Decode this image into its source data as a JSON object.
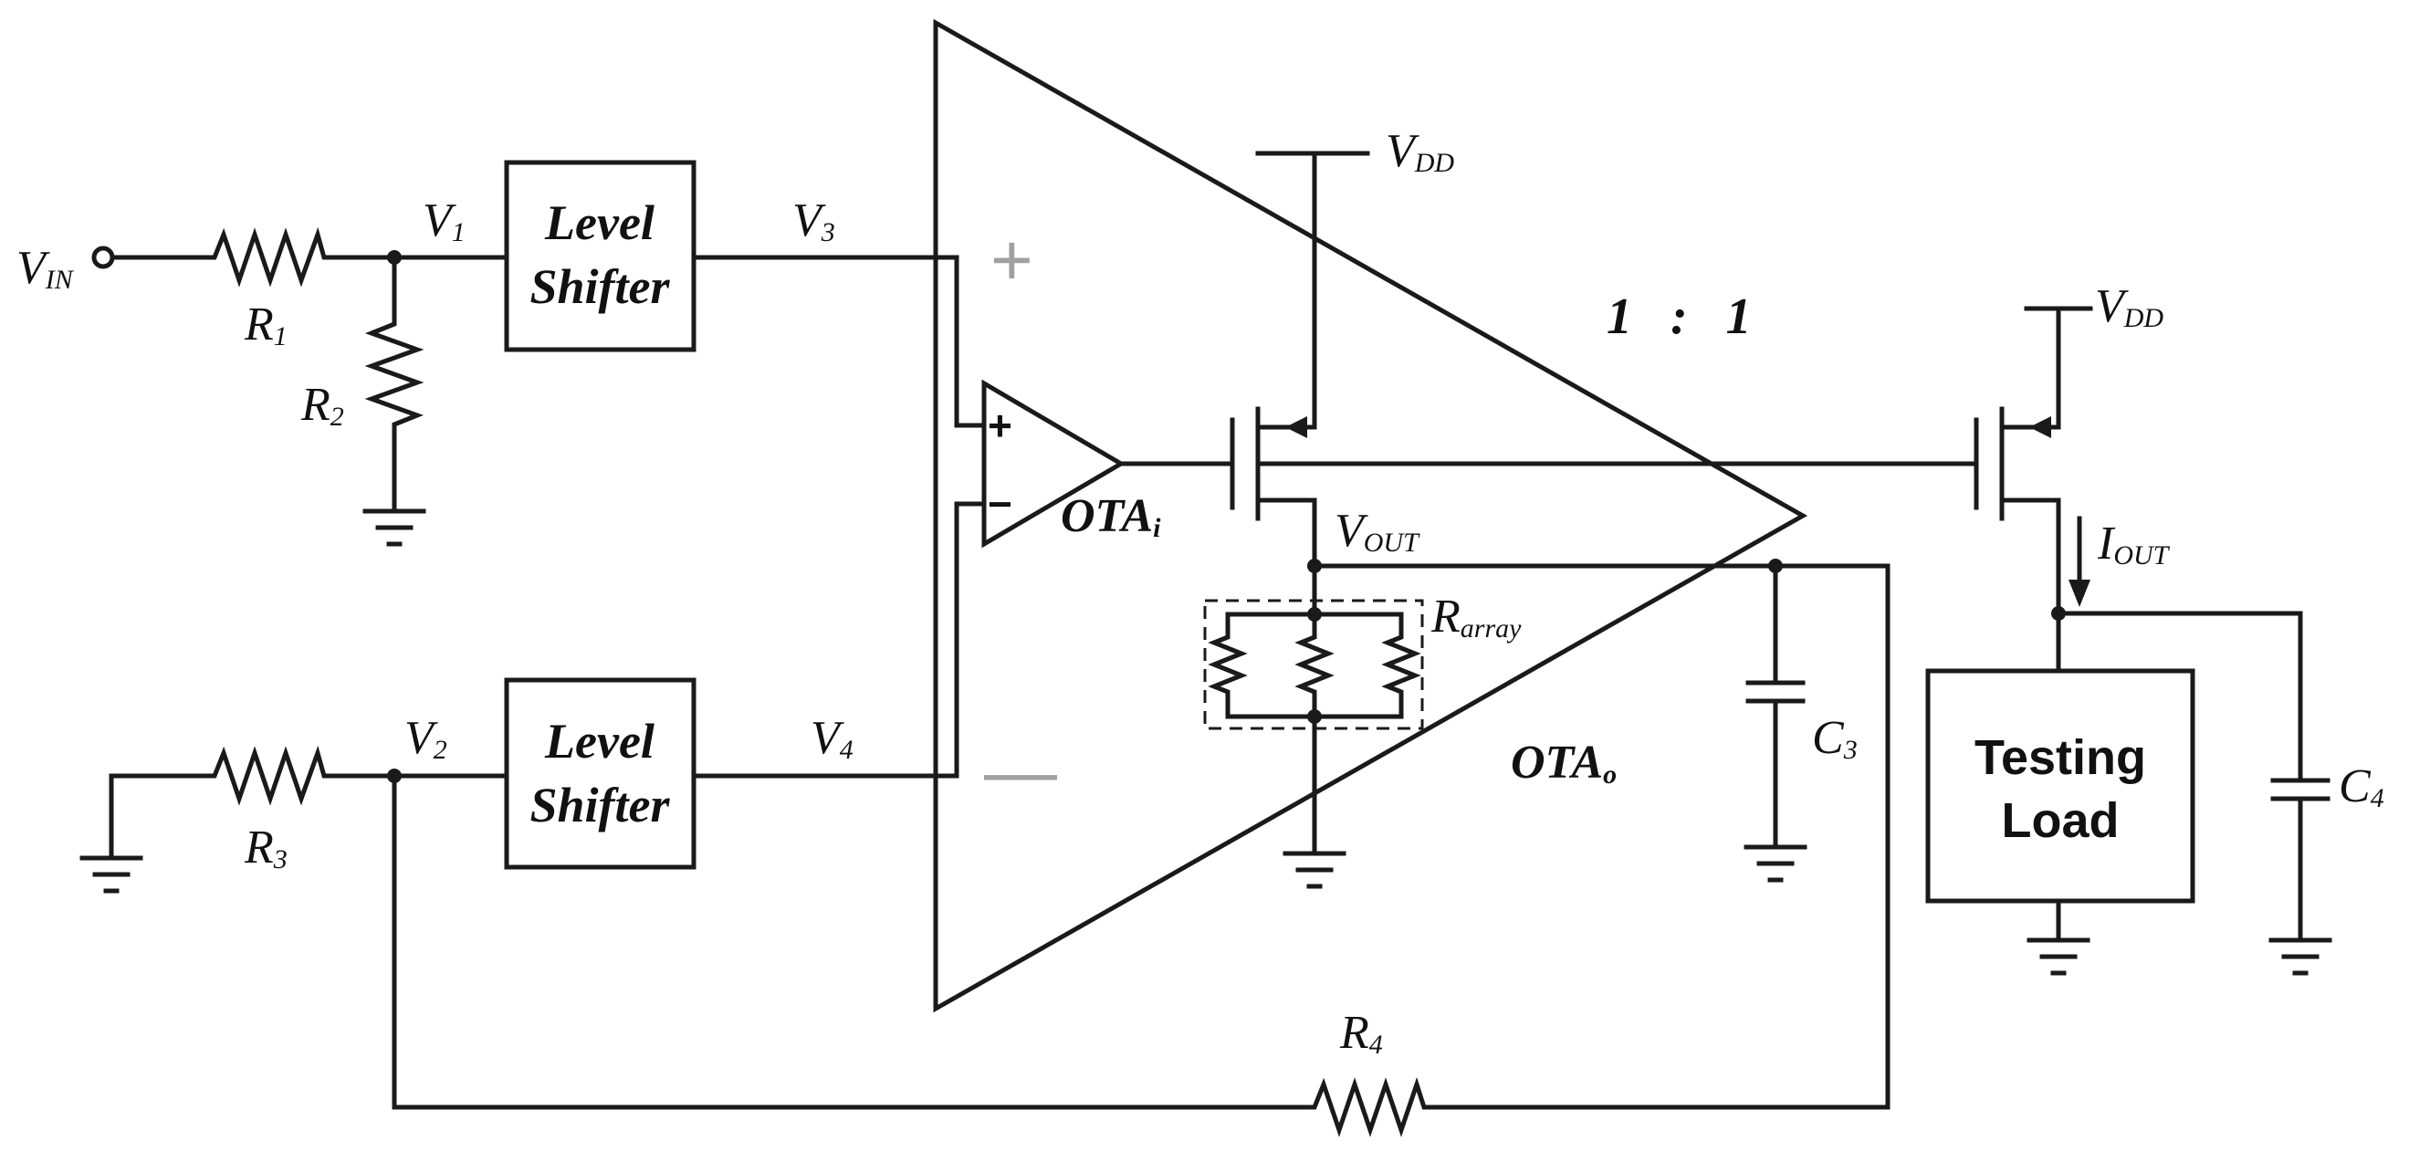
{
  "labels": {
    "vin": "V",
    "vin_sub": "IN",
    "v1": "V",
    "v1_sub": "1",
    "v2": "V",
    "v2_sub": "2",
    "v3": "V",
    "v3_sub": "3",
    "v4": "V",
    "v4_sub": "4",
    "r1": "R",
    "r1_sub": "1",
    "r2": "R",
    "r2_sub": "2",
    "r3": "R",
    "r3_sub": "3",
    "r4": "R",
    "r4_sub": "4",
    "vdd1": "V",
    "vdd1_sub": "DD",
    "vdd2": "V",
    "vdd2_sub": "DD",
    "vout": "V",
    "vout_sub": "OUT",
    "iout": "I",
    "iout_sub": "OUT",
    "rarray": "R",
    "rarray_sub": "array",
    "c3": "C",
    "c3_sub": "3",
    "c4": "C",
    "c4_sub": "4",
    "otai": "OTA",
    "otai_sub": "i",
    "otao": "OTA",
    "otao_sub": "o",
    "ratio": "1   :   1"
  },
  "blocks": {
    "level_shifter_top": [
      "Level",
      "Shifter"
    ],
    "level_shifter_bottom": [
      "Level",
      "Shifter"
    ],
    "testing_load": [
      "Testing",
      "Load"
    ]
  },
  "otao_signs": {
    "plus": "+",
    "minus": "—"
  },
  "otai_signs": {
    "plus": "+",
    "minus": "−"
  }
}
